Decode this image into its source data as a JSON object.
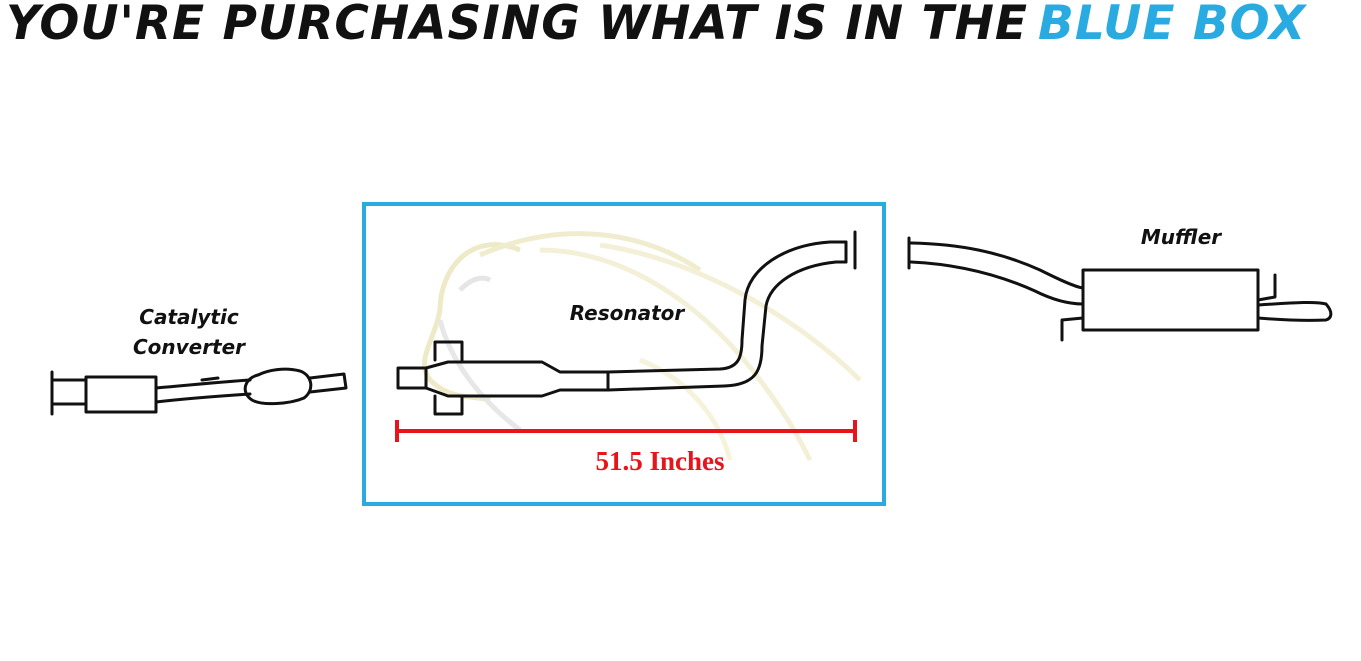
{
  "header": {
    "title_main": "YOU'RE PURCHASING WHAT IS IN THE",
    "title_highlight": "BLUE BOX"
  },
  "diagram": {
    "labels": {
      "catalytic_line1": "Catalytic",
      "catalytic_line2": "Converter",
      "resonator": "Resonator",
      "muffler": "Muffler"
    },
    "measurement": "51.5 Inches"
  },
  "colors": {
    "highlight_blue": "#29abe2",
    "measure_red": "#e8141c",
    "line": "#111111",
    "watermark": "#e9e2b4"
  }
}
